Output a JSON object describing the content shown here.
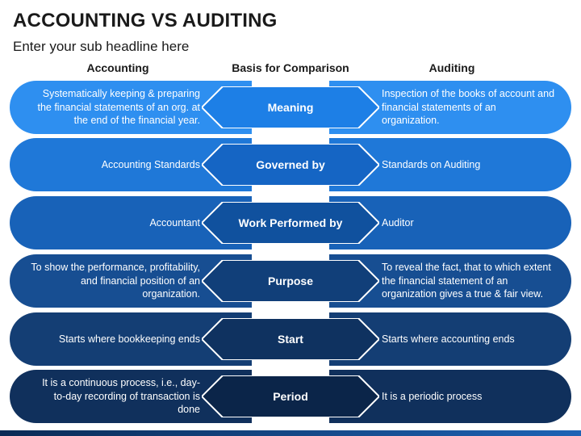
{
  "title": "ACCOUNTING VS AUDITING",
  "subtitle": "Enter your sub headline here",
  "columns": {
    "left": "Accounting",
    "middle": "Basis for Comparison",
    "right": "Auditing"
  },
  "rows": [
    {
      "basis": "Meaning",
      "accounting": "Systematically keeping & preparing the financial statements of an org. at the end of the financial year.",
      "auditing": "Inspection of the books of account and financial statements of an organization.",
      "pill_color": "#2e8ff0",
      "arrow_color": "#1d7fe6"
    },
    {
      "basis": "Governed by",
      "accounting": "Accounting Standards",
      "auditing": "Standards on Auditing",
      "pill_color": "#1f78d8",
      "arrow_color": "#1565c4"
    },
    {
      "basis": "Work Performed by",
      "accounting": "Accountant",
      "auditing": "Auditor",
      "pill_color": "#1862b8",
      "arrow_color": "#10519e"
    },
    {
      "basis": "Purpose",
      "accounting": "To show the performance, profitability, and financial position of an organization.",
      "auditing": "To reveal the fact, that to which extent the financial statement of an organization gives a true & fair view.",
      "pill_color": "#174e92",
      "arrow_color": "#113f79"
    },
    {
      "basis": "Start",
      "accounting": "Starts where bookkeeping ends",
      "auditing": "Starts where accounting ends",
      "pill_color": "#143e74",
      "arrow_color": "#0f3260"
    },
    {
      "basis": "Period",
      "accounting": "It is a continuous process, i.e., day-to-day recording of transaction is done",
      "auditing": "It is a periodic process",
      "pill_color": "#10305c",
      "arrow_color": "#0b2549"
    }
  ]
}
